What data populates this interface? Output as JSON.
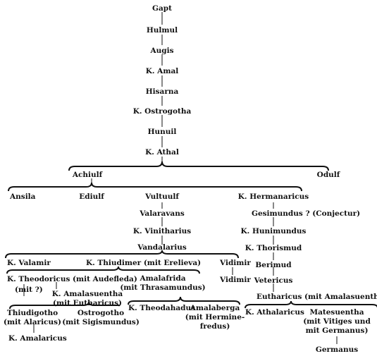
{
  "tree": {
    "gapt": "Gapt",
    "hulmul": "Hulmul",
    "augis": "Augis",
    "amal": "K. Amal",
    "hisarna": "Hisarna",
    "ostrogotha": "K. Ostrogotha",
    "hunuil": "Hunuil",
    "athal": "K. Athal",
    "achiulf": "Achiulf",
    "odulf": "Odulf",
    "ansila": "Ansila",
    "ediulf": "Ediulf",
    "vultuulf": "Vultuulf",
    "hermanaricus": "K. Hermanaricus",
    "valaravans": "Valaravans",
    "vinitharius": "K. Vinitharius",
    "vandalarius": "Vandalarius",
    "gesimundus": "Gesimundus ? (Conjectur)",
    "hunimundus": "K. Hunimundus",
    "thorismud": "K. Thorismud",
    "berimud": "Berimud",
    "vetericus": "Vetericus",
    "eutharicus": "Eutharicus (mit Amalasuentha)",
    "valamir": "K. Valamir",
    "thiudimer": "K. Thiudimer (mit Erelieva)",
    "vidimir_top": "Vidimir",
    "vidimir_son": "Vidimir",
    "theodoricus": "K. Theodoricus (mit Audefleda)",
    "theodoricus_mit": "(mit ?)",
    "amalafrida_1": "Amalafrida",
    "amalafrida_2": "(mit Thrasamundus)",
    "amalasuentha_1": "K. Amalasuentha",
    "amalasuentha_2": "(mit Eutharicus)",
    "theodahadus": "K. Theodahadus",
    "amalaberga_1": "Amalaberga",
    "amalaberga_2": "(mit Hermine-",
    "amalaberga_3": "fredus)",
    "thiudigotho_1": "Thiudigotho",
    "thiudigotho_2": "(mit Alaricus)",
    "ostrogotho_1": "Ostrogotho",
    "ostrogotho_2": "(mit Sigismundus)",
    "amalaricus": "K. Amalaricus",
    "athalaricus": "K. Athalaricus",
    "matesuentha_1": "Matesuentha",
    "matesuentha_2": "(mit Vitiges und",
    "matesuentha_3": "mit Germanus)",
    "germanus": "Germanus"
  }
}
